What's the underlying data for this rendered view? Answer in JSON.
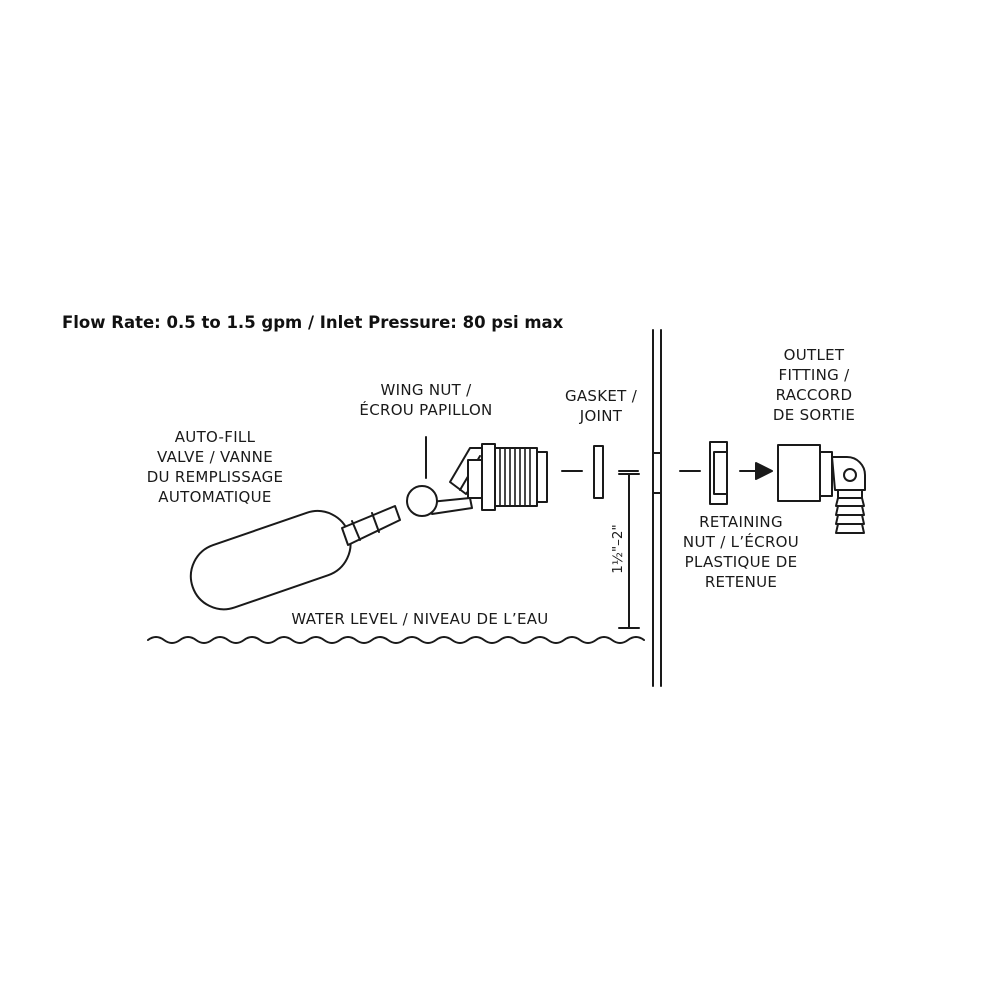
{
  "header": "Flow Rate: 0.5 to 1.5 gpm / Inlet Pressure: 80 psi max",
  "labels": {
    "auto_fill": [
      "AUTO-FILL",
      "VALVE / VANNE",
      "DU REMPLISSAGE",
      "AUTOMATIQUE"
    ],
    "wing_nut": [
      "WING NUT /",
      "ÉCROU PAPILLON"
    ],
    "gasket": [
      "GASKET /",
      "JOINT"
    ],
    "outlet": [
      "OUTLET",
      "FITTING /",
      "RACCORD",
      "DE SORTIE"
    ],
    "retaining": [
      "RETAINING",
      "NUT / L’ÉCROU",
      "PLASTIQUE DE",
      "RETENUE"
    ],
    "water_level": "WATER LEVEL / NIVEAU DE L’EAU",
    "dimension": "1½\"–2\""
  },
  "colors": {
    "line": "#1a1a1a",
    "background": "#ffffff"
  }
}
